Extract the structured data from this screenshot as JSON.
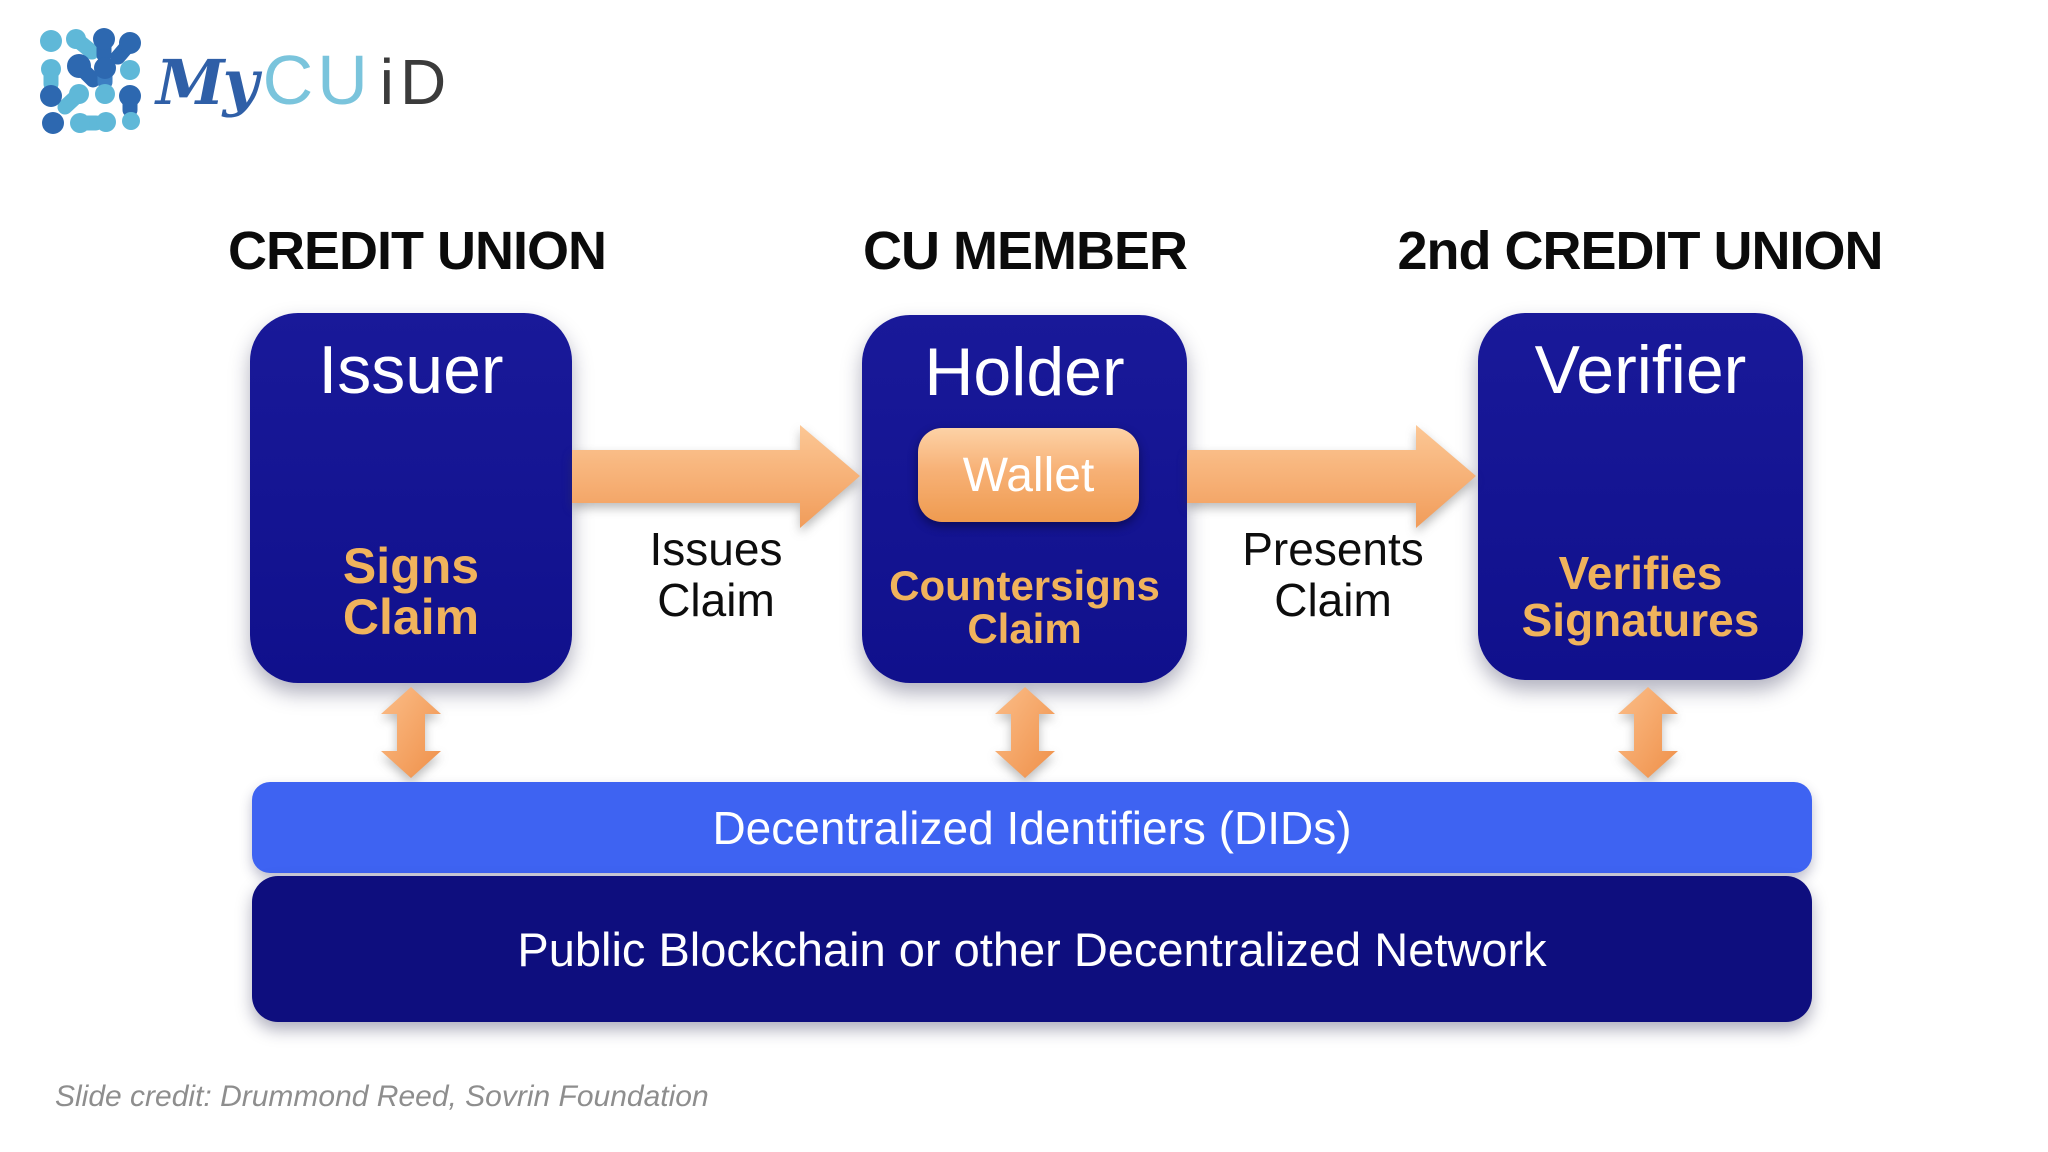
{
  "logo": {
    "icon": "network-dots-icon",
    "brand_prefix": "My",
    "brand_mid": "CU",
    "brand_suffix": "iD"
  },
  "columns": [
    {
      "header": "CREDIT UNION",
      "actor": {
        "title": "Issuer",
        "action_lines": [
          "Signs",
          "Claim"
        ]
      }
    },
    {
      "header": "CU MEMBER",
      "actor": {
        "title": "Holder",
        "wallet_label": "Wallet",
        "action_lines": [
          "Countersigns",
          "Claim"
        ]
      }
    },
    {
      "header": "2nd CREDIT UNION",
      "actor": {
        "title": "Verifier",
        "action_lines": [
          "Verifies",
          "Signatures"
        ]
      }
    }
  ],
  "flows": [
    {
      "label_lines": [
        "Issues",
        "Claim"
      ],
      "from": "Issuer",
      "to": "Holder"
    },
    {
      "label_lines": [
        "Presents",
        "Claim"
      ],
      "from": "Holder",
      "to": "Verifier"
    }
  ],
  "layers": {
    "dids_label": "Decentralized Identifiers (DIDs)",
    "network_label": "Public Blockchain or other Decentralized Network"
  },
  "footer": {
    "credit": "Slide credit: Drummond Reed, Sovrin Foundation"
  },
  "colors": {
    "actor_box_navy": "#141394",
    "network_bar_navy": "#0e0e7e",
    "dids_bar_blue": "#3e63f2",
    "gold_text": "#f0b35c",
    "arrow_orange_light": "#fcc795",
    "arrow_orange_dark": "#f19c5a",
    "wallet_gradient_top": "#fdd2a6",
    "wallet_gradient_bottom": "#ef9b50",
    "logo_my_blue": "#2f5fa7",
    "logo_cu_lightblue": "#7ac4dc",
    "logo_id_gray": "#3b3b3b",
    "credit_gray": "#8e8e8e"
  }
}
